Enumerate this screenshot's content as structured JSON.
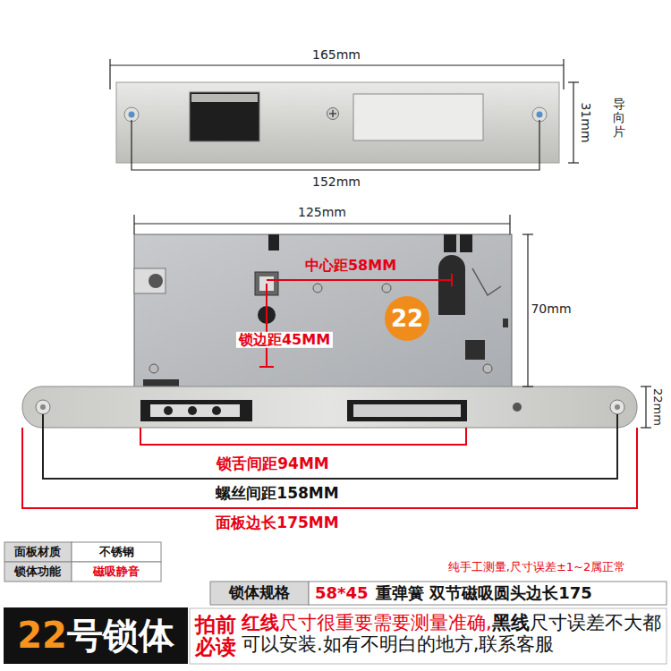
{
  "diagram": {
    "nodes": [
      {
        "text": [
          "22"
        ]
      },
      {
        "text": [
          "22",
          "号锁体"
        ]
      }
    ],
    "labels": [
      "165mm",
      "31mm",
      "导向片",
      "152mm",
      "125mm",
      "中心距58MM",
      "70mm",
      "锁边距45MM",
      "22mm",
      "锁舌间距94MM",
      "螺丝间距158MM",
      "面板边长175MM",
      "面板材质",
      "不锈钢",
      "锁体功能",
      "磁吸静音",
      "纯手工测量,尺寸误差±1~2属正常",
      "锁体规格",
      "58*45",
      "重弹簧 双节磁吸圆头边长175",
      "拍前 必读",
      "红线",
      "尺寸很重要需要测量准确,",
      "黑线",
      "尺寸误差不大都可以安装.如有不明白的地方,联系客服"
    ]
  }
}
